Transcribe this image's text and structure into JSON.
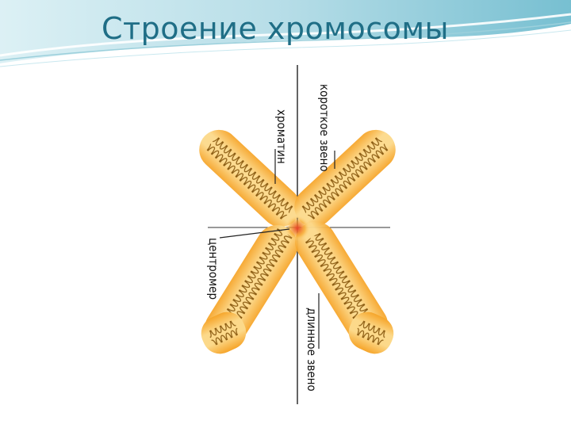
{
  "slide": {
    "title": "Строение хромосомы"
  },
  "diagram": {
    "labels": {
      "short_arm": "короткое звено",
      "chromatin": "хроматин",
      "centromere": "центромер",
      "long_arm": "длинное звено"
    },
    "colors": {
      "title": "#1f6e86",
      "chromatid_glow": "#f7b23b",
      "chromatid_core": "#fde7a8",
      "coil": "#8a5a10",
      "centromere": "#e8432a"
    }
  }
}
